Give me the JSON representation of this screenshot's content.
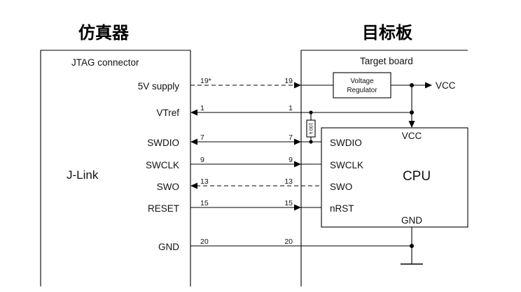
{
  "headings": {
    "emulator": "仿真器",
    "target": "目标板"
  },
  "jlink": {
    "connector_title": "JTAG connector",
    "device_name": "J-Link",
    "signals": [
      "5V supply",
      "VTref",
      "SWDIO",
      "SWCLK",
      "SWO",
      "RESET",
      "GND"
    ]
  },
  "wires": [
    {
      "signal": "5V supply",
      "left_pin": "19*",
      "right_pin": "19",
      "style": "dashed",
      "direction": "to-target"
    },
    {
      "signal": "VTref",
      "left_pin": "1",
      "right_pin": "1",
      "style": "solid",
      "direction": "to-jlink"
    },
    {
      "signal": "SWDIO",
      "left_pin": "7",
      "right_pin": "7",
      "style": "solid",
      "direction": "bidirectional"
    },
    {
      "signal": "SWCLK",
      "left_pin": "9",
      "right_pin": "9",
      "style": "solid",
      "direction": "to-target"
    },
    {
      "signal": "SWO",
      "left_pin": "13",
      "right_pin": "13",
      "style": "dashed",
      "direction": "to-jlink"
    },
    {
      "signal": "RESET",
      "left_pin": "15",
      "right_pin": "15",
      "style": "solid",
      "direction": "to-target"
    },
    {
      "signal": "GND",
      "left_pin": "20",
      "right_pin": "20",
      "style": "solid",
      "direction": "none"
    }
  ],
  "target": {
    "title": "Target board",
    "regulator_line1": "Voltage",
    "regulator_line2": "Regulator",
    "vcc_out": "VCC",
    "pullup": "100 k"
  },
  "cpu": {
    "name": "CPU",
    "vcc": "VCC",
    "gnd": "GND",
    "pins": [
      "SWDIO",
      "SWCLK",
      "SWO",
      "nRST"
    ]
  },
  "colors": {
    "ink": "#000000",
    "background": "#ffffff"
  }
}
